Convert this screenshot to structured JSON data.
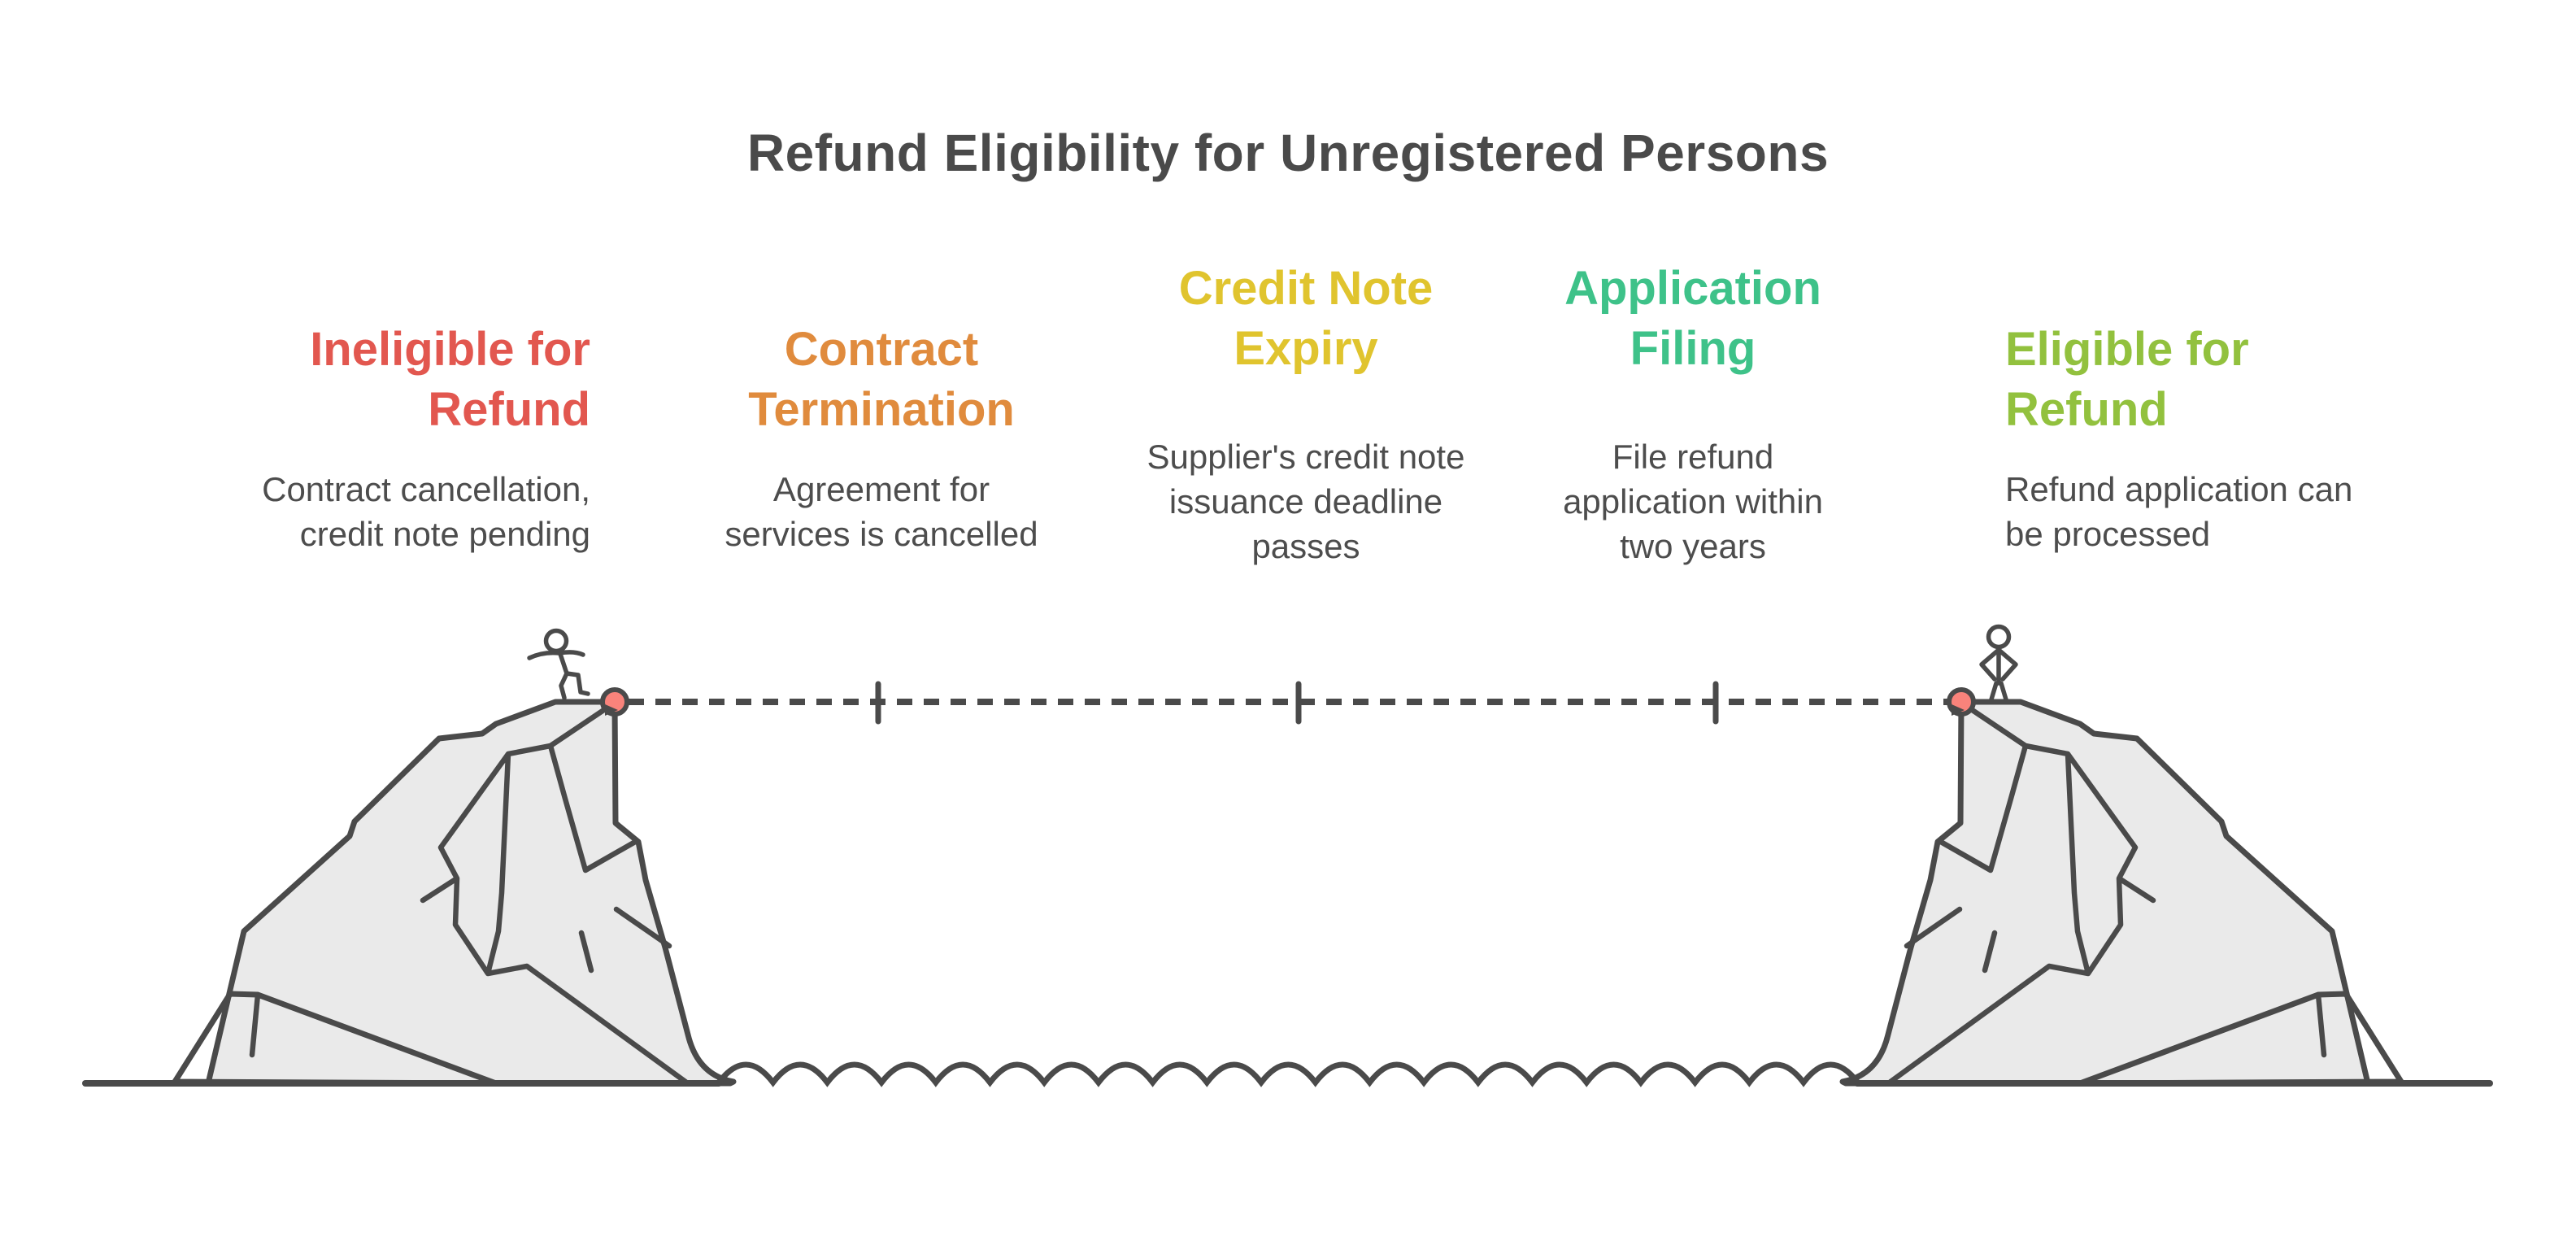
{
  "title": "Refund Eligibility for Unregistered Persons",
  "colors": {
    "title_text": "#4A4A4A",
    "body_text": "#4D4D4D",
    "line_stroke": "#4A4A4A",
    "cliff_fill": "#EAEAEA",
    "marker_fill": "#F9837B"
  },
  "stages": [
    {
      "id": "ineligible-for-refund",
      "label": "Ineligible for\nRefund",
      "description": "Contract cancellation,\ncredit note pending",
      "color": "#E2574F"
    },
    {
      "id": "contract-termination",
      "label": "Contract\nTermination",
      "description": "Agreement for\nservices is cancelled",
      "color": "#E08B3D"
    },
    {
      "id": "credit-note-expiry",
      "label": "Credit Note\nExpiry",
      "description": "Supplier's credit note\nissuance deadline\npasses",
      "color": "#E0C42E"
    },
    {
      "id": "application-filing",
      "label": "Application\nFiling",
      "description": "File refund\napplication within\ntwo years",
      "color": "#3EC289"
    },
    {
      "id": "eligible-for-refund",
      "label": "Eligible for\nRefund",
      "description": "Refund application can\nbe processed",
      "color": "#92C13E"
    }
  ]
}
